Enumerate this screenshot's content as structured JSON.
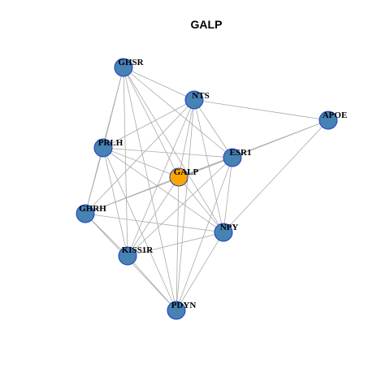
{
  "title": "GALP",
  "colors": {
    "neighbor_fill": "#4682B4",
    "center_fill": "#FFA500",
    "node_stroke": "#1F3FBF",
    "edge": "#AAAAAA",
    "background": "#FFFFFF"
  },
  "nodes": [
    {
      "id": "GHSR",
      "label": "GHSR",
      "role": "neighbor"
    },
    {
      "id": "NTS",
      "label": "NTS",
      "role": "neighbor"
    },
    {
      "id": "APOE",
      "label": "APOE",
      "role": "neighbor"
    },
    {
      "id": "PRLH",
      "label": "PRLH",
      "role": "neighbor"
    },
    {
      "id": "ESR1",
      "label": "ESR1",
      "role": "neighbor"
    },
    {
      "id": "GALP",
      "label": "GALP",
      "role": "center"
    },
    {
      "id": "GHRH",
      "label": "GHRH",
      "role": "neighbor"
    },
    {
      "id": "NPY",
      "label": "NPY",
      "role": "neighbor"
    },
    {
      "id": "KISS1R",
      "label": "KISS1R",
      "role": "neighbor"
    },
    {
      "id": "PDYN",
      "label": "PDYN",
      "role": "neighbor"
    }
  ],
  "edges": [
    [
      "GHSR",
      "NTS"
    ],
    [
      "GHSR",
      "ESR1"
    ],
    [
      "GHSR",
      "GALP"
    ],
    [
      "GHSR",
      "PRLH"
    ],
    [
      "GHSR",
      "GHRH"
    ],
    [
      "GHSR",
      "NPY"
    ],
    [
      "GHSR",
      "KISS1R"
    ],
    [
      "GHSR",
      "PDYN"
    ],
    [
      "NTS",
      "APOE"
    ],
    [
      "NTS",
      "PRLH"
    ],
    [
      "NTS",
      "ESR1"
    ],
    [
      "NTS",
      "GALP"
    ],
    [
      "NTS",
      "GHRH"
    ],
    [
      "NTS",
      "NPY"
    ],
    [
      "NTS",
      "KISS1R"
    ],
    [
      "NTS",
      "PDYN"
    ],
    [
      "APOE",
      "ESR1"
    ],
    [
      "APOE",
      "GALP"
    ],
    [
      "APOE",
      "NPY"
    ],
    [
      "PRLH",
      "ESR1"
    ],
    [
      "PRLH",
      "GALP"
    ],
    [
      "PRLH",
      "GHRH"
    ],
    [
      "PRLH",
      "NPY"
    ],
    [
      "PRLH",
      "KISS1R"
    ],
    [
      "PRLH",
      "PDYN"
    ],
    [
      "ESR1",
      "GALP"
    ],
    [
      "ESR1",
      "GHRH"
    ],
    [
      "ESR1",
      "NPY"
    ],
    [
      "ESR1",
      "KISS1R"
    ],
    [
      "ESR1",
      "PDYN"
    ],
    [
      "GALP",
      "GHRH"
    ],
    [
      "GALP",
      "NPY"
    ],
    [
      "GALP",
      "KISS1R"
    ],
    [
      "GALP",
      "PDYN"
    ],
    [
      "GHRH",
      "NPY"
    ],
    [
      "GHRH",
      "KISS1R"
    ],
    [
      "GHRH",
      "PDYN"
    ],
    [
      "NPY",
      "KISS1R"
    ],
    [
      "NPY",
      "PDYN"
    ],
    [
      "KISS1R",
      "PDYN"
    ]
  ]
}
